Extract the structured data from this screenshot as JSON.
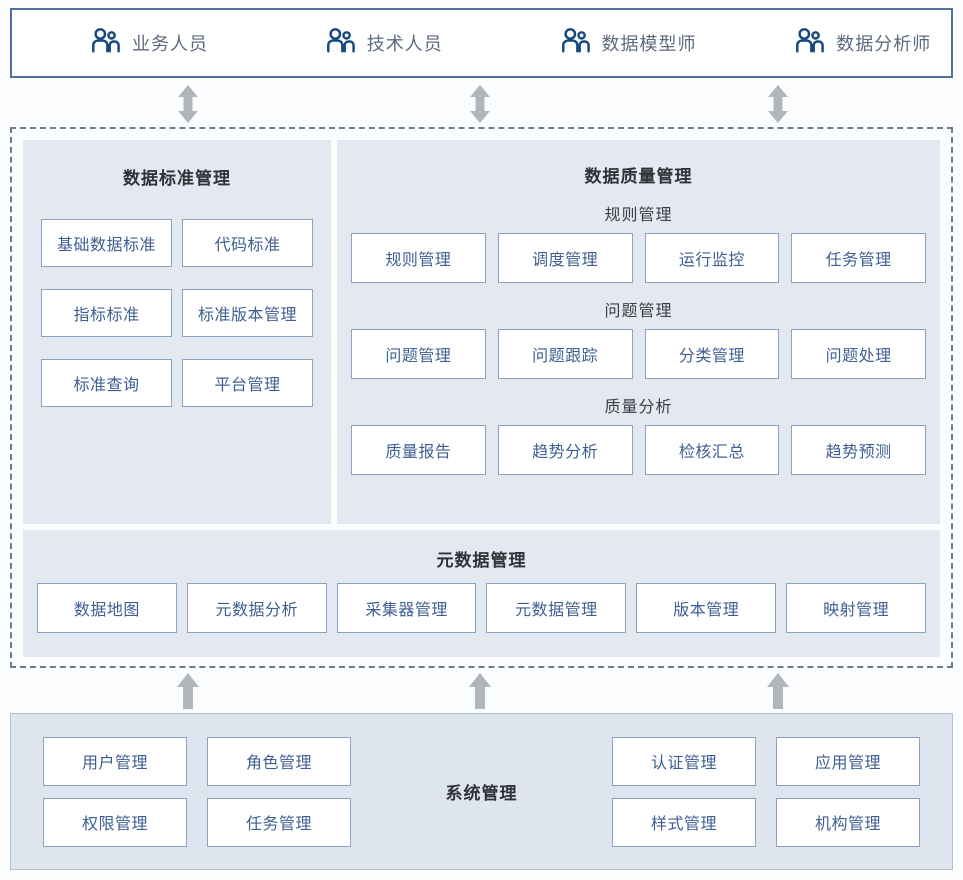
{
  "roles_bar": {
    "icon_name": "users-group-icon",
    "items": [
      {
        "label": "业务人员"
      },
      {
        "label": "技术人员"
      },
      {
        "label": "数据模型师"
      },
      {
        "label": "数据分析师"
      }
    ]
  },
  "connectors": {
    "top_arrows": [
      {
        "name": "double-arrow-vertical-icon"
      },
      {
        "name": "double-arrow-vertical-icon"
      },
      {
        "name": "double-arrow-vertical-icon"
      }
    ],
    "bottom_arrows": [
      {
        "name": "arrow-up-icon"
      },
      {
        "name": "arrow-up-icon"
      },
      {
        "name": "arrow-up-icon"
      }
    ]
  },
  "standards_panel": {
    "title": "数据标准管理",
    "buttons": [
      {
        "label": "基础数据标准"
      },
      {
        "label": "代码标准"
      },
      {
        "label": "指标标准"
      },
      {
        "label": "标准版本管理"
      },
      {
        "label": "标准查询"
      },
      {
        "label": "平台管理"
      }
    ]
  },
  "quality_panel": {
    "title": "数据质量管理",
    "groups": [
      {
        "title": "规则管理",
        "buttons": [
          {
            "label": "规则管理"
          },
          {
            "label": "调度管理"
          },
          {
            "label": "运行监控"
          },
          {
            "label": "任务管理"
          }
        ]
      },
      {
        "title": "问题管理",
        "buttons": [
          {
            "label": "问题管理"
          },
          {
            "label": "问题跟踪"
          },
          {
            "label": "分类管理"
          },
          {
            "label": "问题处理"
          }
        ]
      },
      {
        "title": "质量分析",
        "buttons": [
          {
            "label": "质量报告"
          },
          {
            "label": "趋势分析"
          },
          {
            "label": "检核汇总"
          },
          {
            "label": "趋势预测"
          }
        ]
      }
    ]
  },
  "metadata_panel": {
    "title": "元数据管理",
    "buttons": [
      {
        "label": "数据地图"
      },
      {
        "label": "元数据分析"
      },
      {
        "label": "采集器管理"
      },
      {
        "label": "元数据管理"
      },
      {
        "label": "版本管理"
      },
      {
        "label": "映射管理"
      }
    ]
  },
  "system_panel": {
    "title": "系统管理",
    "left_buttons": [
      {
        "label": "用户管理"
      },
      {
        "label": "角色管理"
      },
      {
        "label": "权限管理"
      },
      {
        "label": "任务管理"
      }
    ],
    "right_buttons": [
      {
        "label": "认证管理"
      },
      {
        "label": "应用管理"
      },
      {
        "label": "样式管理"
      },
      {
        "label": "机构管理"
      }
    ]
  },
  "colors": {
    "page_background": "#fcfdfe",
    "panel_background": "#e3e8f1",
    "system_panel_background": "#dfe5ef",
    "button_background": "#ffffff",
    "button_border": "#8ba2c0",
    "button_text": "#3f5f93",
    "title_text": "#2f3338",
    "role_label_text": "#5d6b7e",
    "role_icon": "#14487f",
    "top_bar_border": "#4e719e",
    "dashed_border": "#6f7b8c",
    "arrow_fill": "#b0b6bc"
  }
}
